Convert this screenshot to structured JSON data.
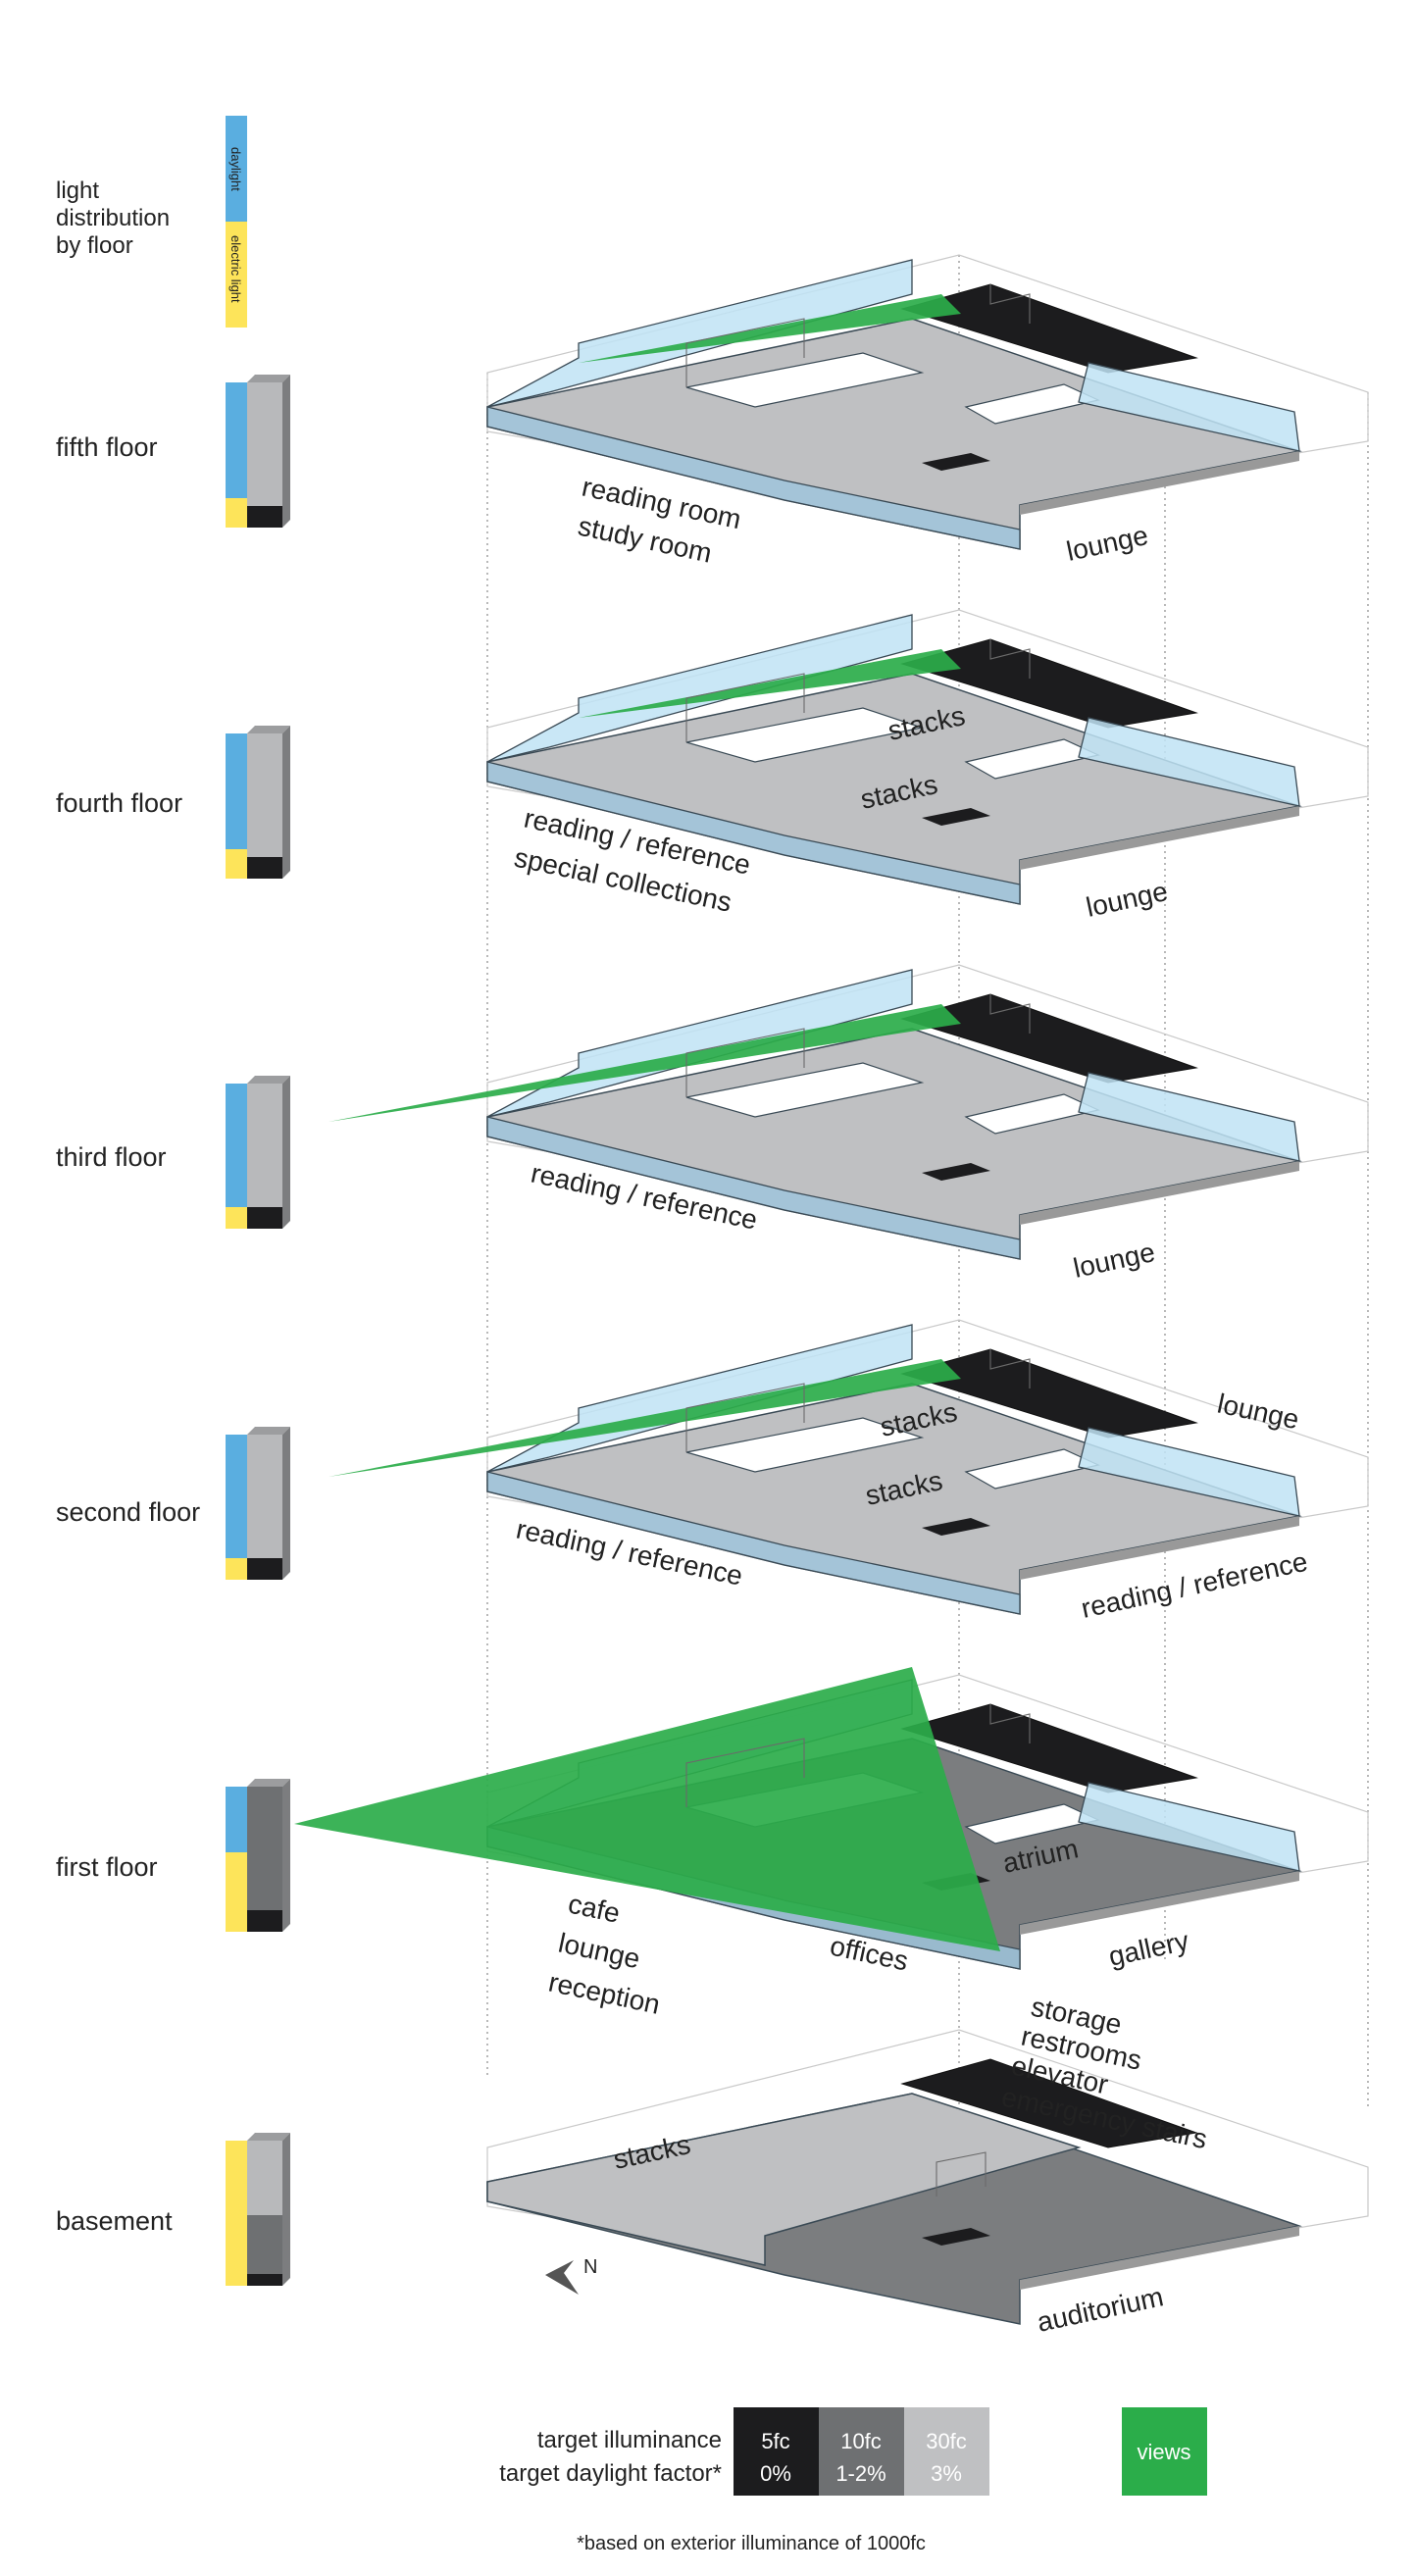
{
  "legend_top": {
    "title_lines": [
      "light",
      "distribution",
      "by floor"
    ],
    "daylight_label": "daylight",
    "electric_label": "electric light"
  },
  "colors": {
    "daylight": "#5aaee0",
    "electric": "#fde45a",
    "glass": "#bfe3f5",
    "dark": "#1c1c1e",
    "mid": "#7b7d7f",
    "light": "#bfc0c2",
    "views": "#2bad4a"
  },
  "floors": [
    {
      "id": "fifth",
      "label": "fifth floor",
      "daylight_fraction": 0.8,
      "bar_gray": "#b8b9bb",
      "bar_lower": "#1c1c1e",
      "rooms": [
        "reading room",
        "study room",
        "lounge"
      ],
      "spaces": []
    },
    {
      "id": "fourth",
      "label": "fourth floor",
      "daylight_fraction": 0.8,
      "bar_gray": "#b8b9bb",
      "bar_lower": "#1c1c1e",
      "rooms": [
        "reading / reference",
        "special collections",
        "lounge"
      ],
      "spaces": [
        "stacks",
        "stacks"
      ]
    },
    {
      "id": "third",
      "label": "third floor",
      "daylight_fraction": 0.85,
      "bar_gray": "#b8b9bb",
      "bar_lower": "#1c1c1e",
      "rooms": [
        "reading / reference",
        "lounge"
      ],
      "spaces": []
    },
    {
      "id": "second",
      "label": "second floor",
      "daylight_fraction": 0.85,
      "bar_gray": "#b8b9bb",
      "bar_lower": "#1c1c1e",
      "rooms": [
        "reading / reference",
        "lounge",
        "reading / reference"
      ],
      "spaces": [
        "stacks",
        "stacks"
      ]
    },
    {
      "id": "first",
      "label": "first floor",
      "daylight_fraction": 0.45,
      "bar_gray": "#6e7072",
      "bar_lower": "#1c1c1e",
      "rooms": [
        "cafe",
        "lounge",
        "reception",
        "offices",
        "gallery"
      ],
      "spaces": [
        "atrium"
      ]
    },
    {
      "id": "basement",
      "label": "basement",
      "daylight_fraction": 0.0,
      "bar_gray": "#b8b9bb",
      "bar_lower": "#6e7072",
      "rooms": [
        "stacks",
        "auditorium"
      ],
      "services": [
        "storage",
        "restrooms",
        "elevator",
        "emergency stairs"
      ]
    }
  ],
  "north_label": "N",
  "bottom_legend": {
    "row1_label": "target illuminance",
    "row2_label": "target daylight factor*",
    "swatches": [
      {
        "illuminance": "5fc",
        "factor": "0%",
        "color": "#1c1c1e"
      },
      {
        "illuminance": "10fc",
        "factor": "1-2%",
        "color": "#6e7072"
      },
      {
        "illuminance": "30fc",
        "factor": "3%",
        "color": "#bfc0c2"
      }
    ],
    "views_label": "views",
    "footnote": "*based on exterior illuminance of 1000fc"
  }
}
